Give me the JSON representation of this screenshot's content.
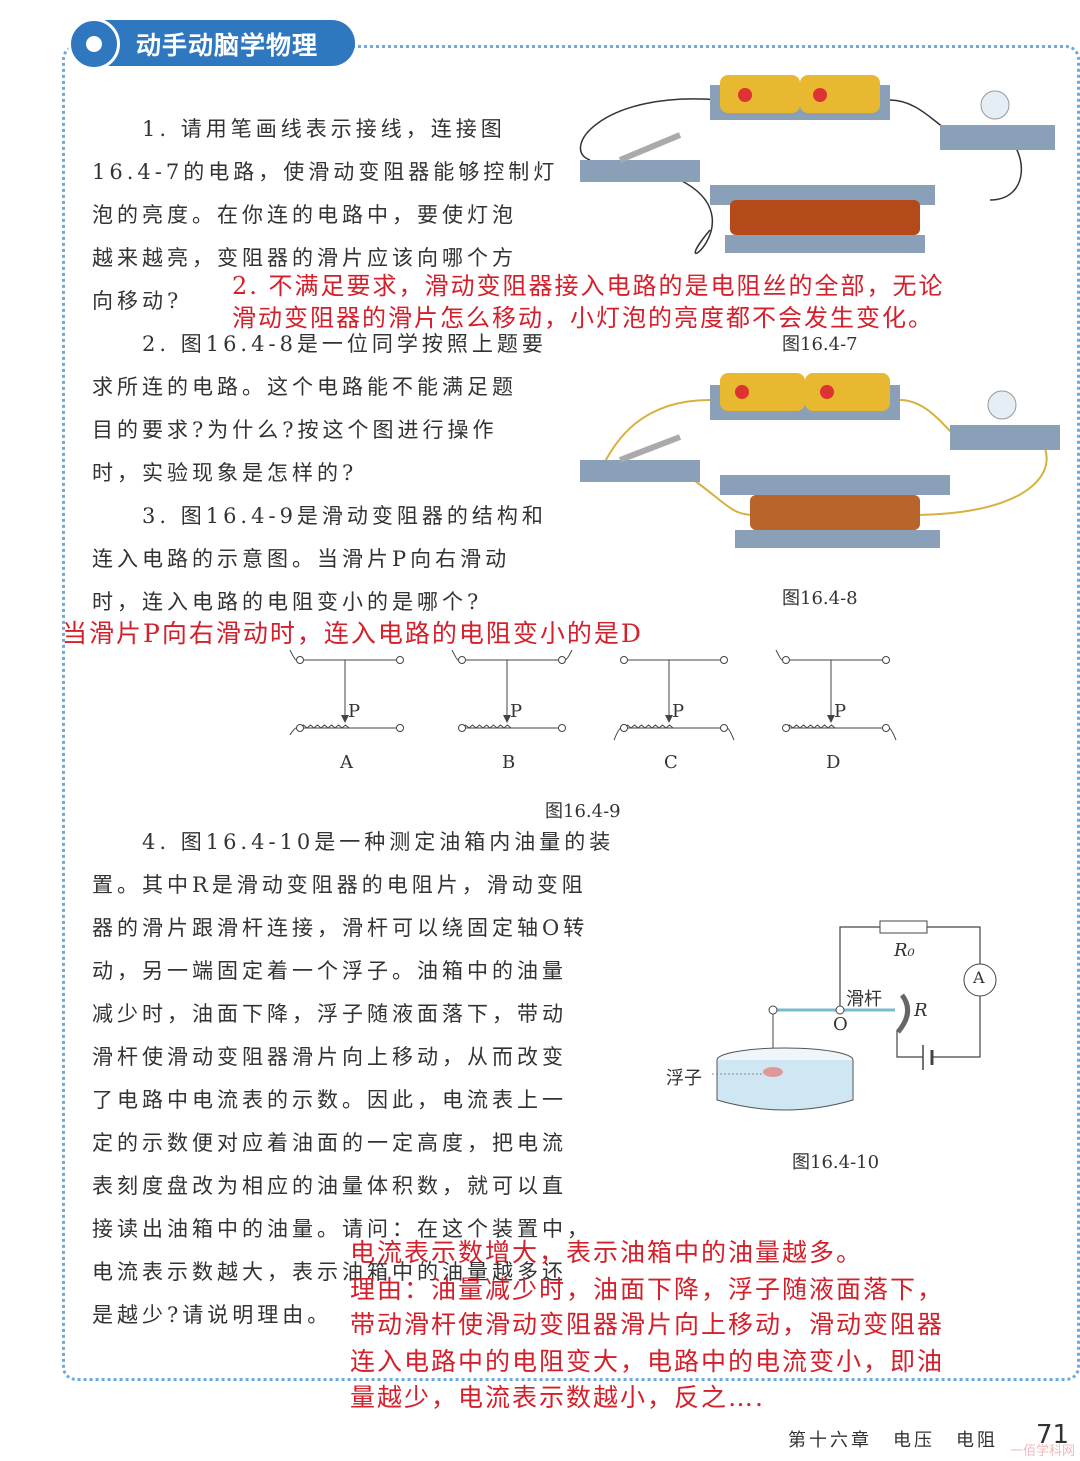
{
  "header": {
    "title": "动手动脑学物理"
  },
  "q1": [
    "1. 请用笔画线表示接线，连接图",
    "16.4-7的电路，使滑动变阻器能够控制灯",
    "泡的亮度。在你连的电路中，要使灯泡",
    "越来越亮，变阻器的滑片应该向哪个方",
    "向移动?"
  ],
  "q2": [
    "2. 图16.4-8是一位同学按照上题要",
    "求所连的电路。这个电路能不能满足题",
    "目的要求?为什么?按这个图进行操作",
    "时，实验现象是怎样的?"
  ],
  "q3": [
    "3. 图16.4-9是滑动变阻器的结构和",
    "连入电路的示意图。当滑片P向右滑动",
    "时，连入电路的电阻变小的是哪个?"
  ],
  "q4": [
    "4. 图16.4-10是一种测定油箱内油量的装",
    "置。其中R是滑动变阻器的电阻片，滑动变阻",
    "器的滑片跟滑杆连接，滑杆可以绕固定轴O转",
    "动，另一端固定着一个浮子。油箱中的油量",
    "减少时，油面下降，浮子随液面落下，带动",
    "滑杆使滑动变阻器滑片向上移动，从而改变",
    "了电路中电流表的示数。因此，电流表上一",
    "定的示数便对应着油面的一定高度，把电流",
    "表刻度盘改为相应的油量体积数，就可以直",
    "接读出油箱中的油量。请问：在这个装置中，",
    "电流表示数越大，表示油箱中的油量越多还",
    "是越少?请说明理由。"
  ],
  "answers": {
    "a2": [
      "2. 不满足要求，滑动变阻器接入电路的是电阻丝的全部，无论",
      "滑动变阻器的滑片怎么移动，小灯泡的亮度都不会发生变化。"
    ],
    "a3": "当滑片P向右滑动时，连入电路的电阻变小的是D",
    "a4": [
      "电流表示数增大，表示油箱中的油量越多。",
      "理由：油量减少时，油面下降，浮子随液面落下，",
      "带动滑杆使滑动变阻器滑片向上移动，滑动变阻器",
      "连入电路中的电阻变大，电路中的电流变小，即油",
      "量越少，电流表示数越小，反之…."
    ]
  },
  "figures": {
    "f7": "图16.4-7",
    "f8": "图16.4-8",
    "f9": "图16.4-9",
    "f10": "图16.4-10",
    "f9_labels": [
      "A",
      "B",
      "C",
      "D"
    ],
    "slider_label": "P",
    "f10_labels": {
      "r0": "R₀",
      "ammeter": "A",
      "rod": "滑杆",
      "pivot": "O",
      "r": "R",
      "float": "浮子"
    }
  },
  "footer": {
    "chapter": "第十六章　电压　电阻",
    "page": "71"
  },
  "watermark": "一佰学科网",
  "colors": {
    "accent": "#2f78c0",
    "annotation": "#d3202b"
  }
}
